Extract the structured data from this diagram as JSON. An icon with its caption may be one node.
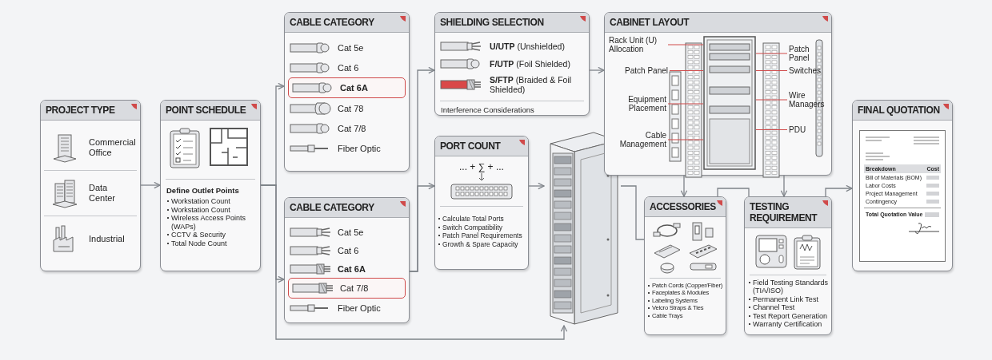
{
  "diagram": {
    "nodes": [
      {
        "text": [
          "PROJECT TYPE",
          "Commercial Office",
          "Data Center",
          "Industrial"
        ]
      },
      {
        "text": [
          "POINT SCHEDULE",
          "Define Outlet Points",
          "Workstation Count",
          "Workstation Count",
          "Wireless Access Points (WAPs)",
          "CCTV & Security",
          "Total Node Count"
        ]
      },
      {
        "text": [
          "CABLE CATEGORY",
          "Cat 5e",
          "Cat 6",
          "Cat 78",
          "Cat 7/8",
          "Fiber Optic"
        ]
      },
      {
        "text": [
          "Cat 6A"
        ],
        "in": 2
      },
      {
        "text": [
          "CABLE CATEGORY",
          "Cat 5e",
          "Cat 6",
          "Cat 6A",
          "Fiber Optic"
        ]
      },
      {
        "text": [
          "Cat 7/8"
        ],
        "in": 4
      },
      {
        "text": [
          "SHIELDING SELECTION",
          "**U/UTP** (Unshielded)",
          "**F/UTP** (Foil Shielded)",
          "**S/FTP** (Braided & Foil Shielded)",
          "Interference Considerations"
        ]
      },
      {
        "text": [
          "PORT COUNT",
          "... + ∑ + ...",
          "Calculate Total Ports",
          "Switch Compatibility",
          "Patch Panel Requirements",
          "Growth & Spare Capacity"
        ]
      },
      {
        "text": [],
        "shape": "picture"
      },
      {
        "text": [
          "CABINET LAYOUT"
        ]
      },
      {
        "text": [],
        "shape": "picture",
        "in": 9
      },
      {
        "text": [
          "Rack Unit (U) Allocation"
        ],
        "in": 9
      },
      {
        "text": [
          "Patch Panel"
        ],
        "in": 9
      },
      {
        "text": [
          "Patch Panel"
        ],
        "in": 9
      },
      {
        "text": [
          "Switches"
        ],
        "in": 9
      },
      {
        "text": [
          "Equipment Placement"
        ],
        "in": 9
      },
      {
        "text": [
          "Wire Managers"
        ],
        "in": 9
      },
      {
        "text": [
          "Cable Management"
        ],
        "in": 9
      },
      {
        "text": [
          "PDU"
        ],
        "in": 9
      },
      {
        "text": [
          "ACCESSORIES",
          "Patch Cords (Copper/Fiber)",
          "Faceplates & Modules",
          "Labeling Systems",
          "Velcro Straps & Ties",
          "Cable Trays"
        ]
      },
      {
        "text": [
          "TESTING REQUIREMENT",
          "Field Testing Standards (TIA/ISO)",
          "Permanent Link Test",
          "Channel Test",
          "Test Report Generation",
          "Warranty Certification"
        ]
      },
      {
        "text": [
          "FINAL QUOTATION",
          "Breakdown",
          "Cost",
          "Bill of Materials (BOM)",
          "Labor Costs",
          "Project Management",
          "Contingency",
          "Total Quotation Value"
        ]
      }
    ],
    "edges": [
      {
        "from": 0,
        "to": 1,
        "arrow": "to"
      },
      {
        "from": 1,
        "to": 2,
        "arrow": "to"
      },
      {
        "from": 1,
        "to": 4,
        "arrow": "to"
      },
      {
        "from": 1,
        "to": 8,
        "arrow": "to"
      },
      {
        "from": 4,
        "to": 6,
        "arrow": "to"
      },
      {
        "from": 4,
        "to": 7,
        "arrow": "to"
      },
      {
        "from": 6,
        "to": 9,
        "arrow": "to"
      },
      {
        "from": 7,
        "to": 8,
        "arrow": "to"
      },
      {
        "from": 8,
        "to": 19,
        "arrow": "none"
      },
      {
        "from": 9,
        "to": 19,
        "arrow": "to"
      },
      {
        "from": 9,
        "to": 20,
        "arrow": "to"
      },
      {
        "from": 19,
        "to": 20,
        "arrow": "none"
      },
      {
        "from": 20,
        "to": 21,
        "arrow": "to"
      },
      {
        "from": 11,
        "to": 10,
        "arrow": "none",
        "color": "#d04a4a"
      },
      {
        "from": 12,
        "to": 10,
        "arrow": "none",
        "color": "#d04a4a"
      },
      {
        "from": 13,
        "to": 10,
        "arrow": "none",
        "color": "#d04a4a"
      },
      {
        "from": 14,
        "to": 10,
        "arrow": "none",
        "color": "#d04a4a"
      },
      {
        "from": 15,
        "to": 10,
        "arrow": "none",
        "color": "#d04a4a"
      },
      {
        "from": 16,
        "to": 10,
        "arrow": "none",
        "color": "#d04a4a"
      },
      {
        "from": 17,
        "to": 10,
        "arrow": "none",
        "color": "#d04a4a"
      },
      {
        "from": 18,
        "to": 10,
        "arrow": "none",
        "color": "#d04a4a"
      }
    ]
  }
}
